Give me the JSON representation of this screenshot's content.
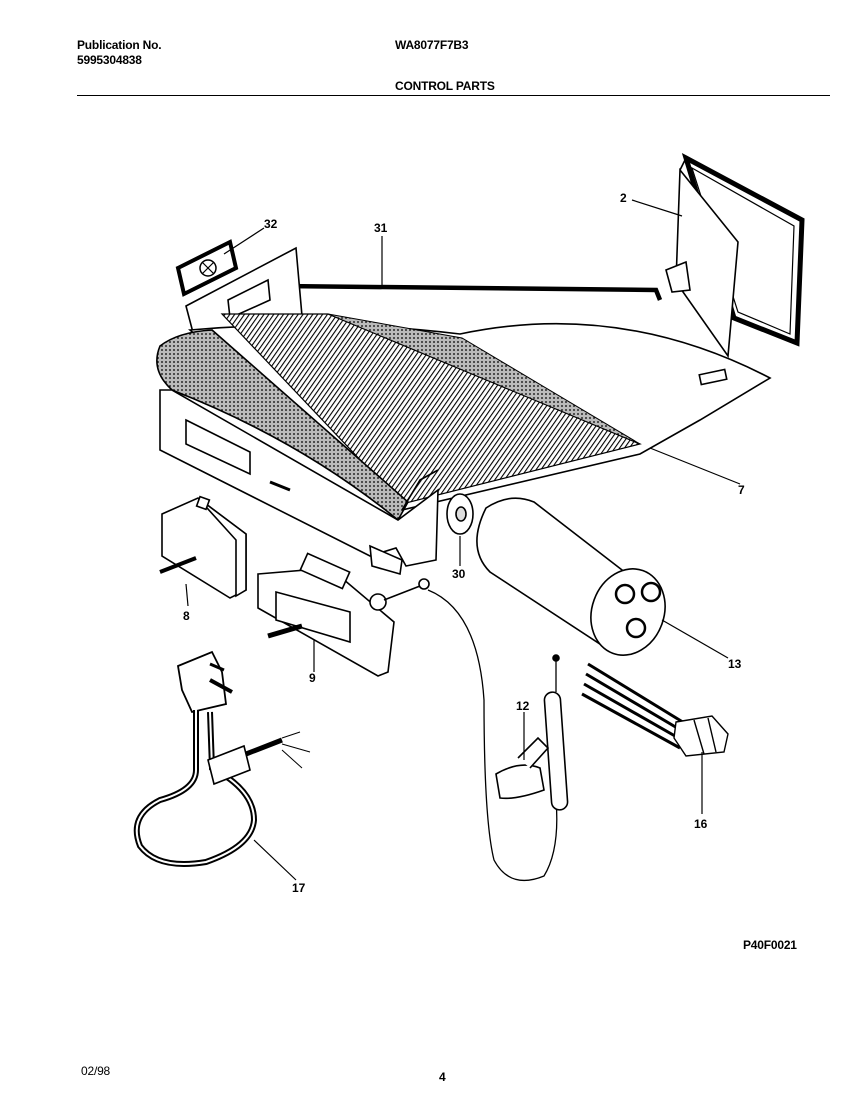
{
  "header": {
    "publication_label": "Publication No.",
    "publication_number": "5995304838",
    "model_number": "WA8077F7B3",
    "section_title": "CONTROL PARTS"
  },
  "diagram": {
    "part_callouts": [
      "2",
      "31",
      "32",
      "7",
      "8",
      "9",
      "30",
      "13",
      "12",
      "16",
      "17"
    ],
    "figure_code": "P40F0021"
  },
  "footer": {
    "date": "02/98",
    "page_number": "4"
  }
}
